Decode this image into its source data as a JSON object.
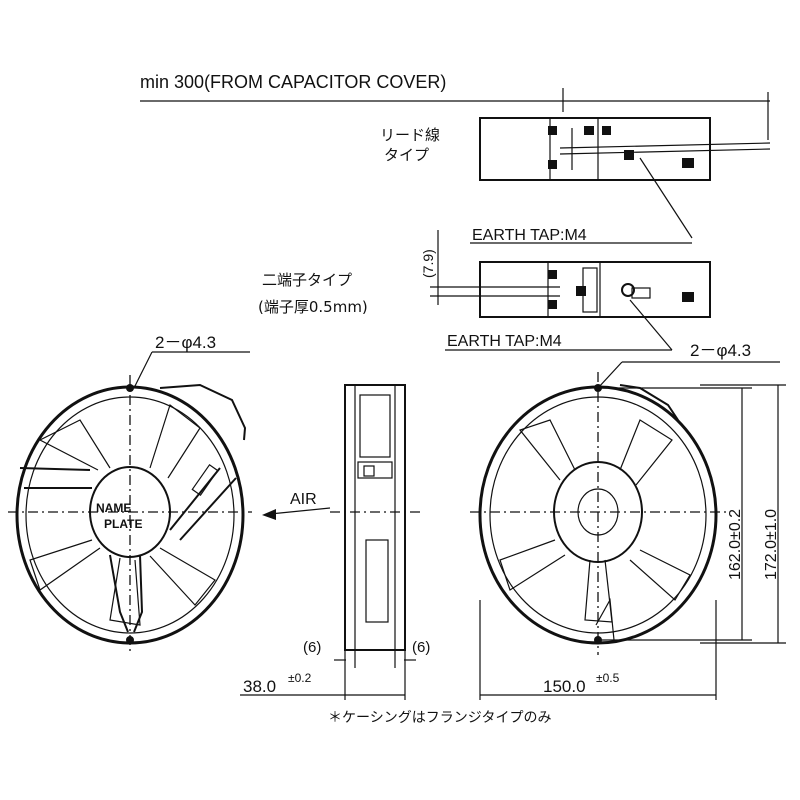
{
  "labels": {
    "lead_length": "min 300(FROM CAPACITOR COVER)",
    "lead_wire_type_line1": "リード線",
    "lead_wire_type_line2": "タイプ",
    "earth_tap_upper": "EARTH TAP:M4",
    "earth_tap_lower": "EARTH TAP:M4",
    "terminal_dim": "(7.9)",
    "terminal_type_line1": "二端子タイプ",
    "terminal_type_line2": "(端子厚0.5mm)",
    "hole_left": "2－φ4.3",
    "hole_right": "2－φ4.3",
    "name_plate_line1": "NAME",
    "name_plate_line2": "PLATE",
    "air": "AIR",
    "side_left_offset": "(6)",
    "side_right_offset": "(6)",
    "depth": "38.0",
    "depth_tol": "±0.2",
    "width": "150.0",
    "width_tol": "±0.5",
    "height_inner": "162.0±0.2",
    "height_outer": "172.0±1.0",
    "footnote": "＊ケーシングはフランジタイプのみ"
  }
}
